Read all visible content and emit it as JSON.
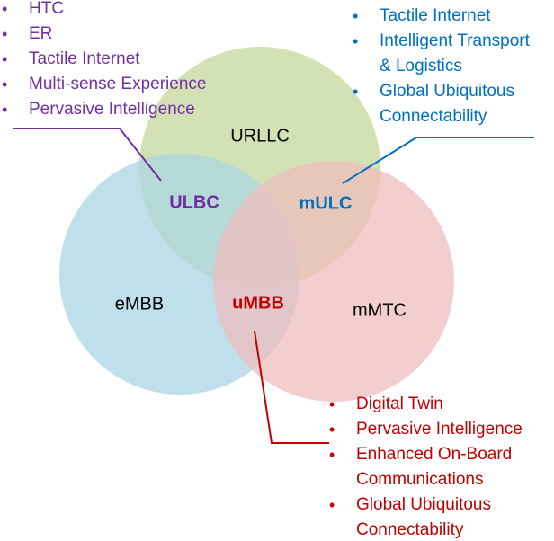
{
  "circles": [
    {
      "id": "urllc",
      "label": "URLLC",
      "fill": "#c4d89b"
    },
    {
      "id": "embb",
      "label": "eMBB",
      "fill": "#a9d6e3"
    },
    {
      "id": "mmtc",
      "label": "mMTC",
      "fill": "#efbdbd"
    }
  ],
  "intersections": {
    "ulbc": {
      "label": "ULBC",
      "color": "#7030a0"
    },
    "mulc": {
      "label": "mULC",
      "color": "#0070c0"
    },
    "umbb": {
      "label": "uMBB",
      "color": "#c00000"
    }
  },
  "lists": {
    "ulbc": {
      "color": "#7030a0",
      "items": [
        {
          "lines": [
            "HTC"
          ]
        },
        {
          "lines": [
            "ER"
          ]
        },
        {
          "lines": [
            "Tactile Internet"
          ]
        },
        {
          "lines": [
            "Multi-sense Experience"
          ]
        },
        {
          "lines": [
            "Pervasive Intelligence"
          ]
        }
      ]
    },
    "mulc": {
      "color": "#0070c0",
      "items": [
        {
          "lines": [
            "Tactile Internet"
          ]
        },
        {
          "lines": [
            "Intelligent Transport",
            "& Logistics"
          ]
        },
        {
          "lines": [
            "Global Ubiquitous",
            "Connectability"
          ]
        }
      ]
    },
    "umbb": {
      "color": "#c00000",
      "items": [
        {
          "lines": [
            "Digital Twin"
          ]
        },
        {
          "lines": [
            "Pervasive Intelligence"
          ]
        },
        {
          "lines": [
            "Enhanced On-Board",
            "Communications"
          ]
        },
        {
          "lines": [
            "Global Ubiquitous",
            "Connectability"
          ]
        }
      ]
    }
  }
}
